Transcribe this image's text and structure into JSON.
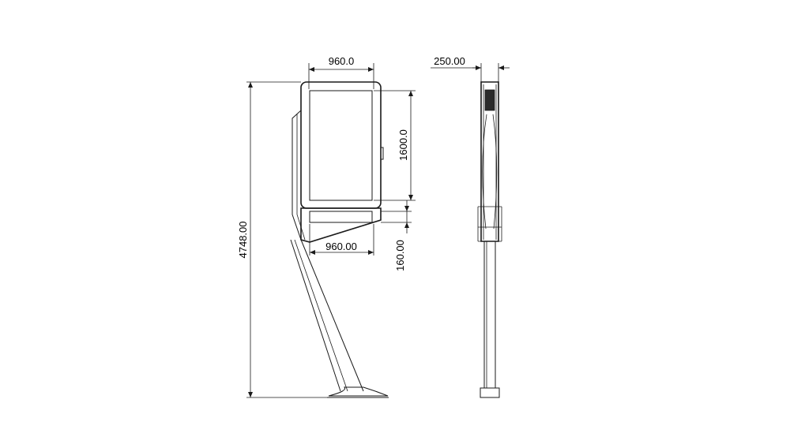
{
  "drawing": {
    "front_view": {
      "top_width": "960.0",
      "screen_height": "1600.0",
      "overall_height": "4748.00",
      "bottom_width": "960.00",
      "bottom_panel_height": "160.00"
    },
    "side_view": {
      "depth": "250.00"
    }
  },
  "colors": {
    "line": "#1a1a1a",
    "background": "#ffffff"
  }
}
